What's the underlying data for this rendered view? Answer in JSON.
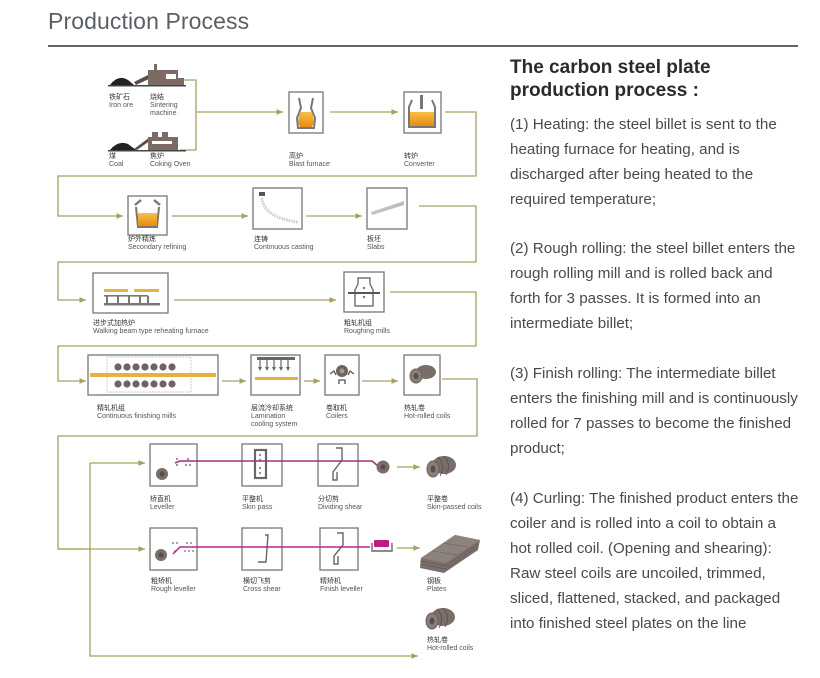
{
  "header": {
    "title": "Production Process"
  },
  "diagram": {
    "colors": {
      "flow_line": "#a8a060",
      "box_border": "#777777",
      "molten": "#f0a020",
      "strip": "#b0307a",
      "steel": "#7a6e6a"
    },
    "nodes": {
      "iron_ore": {
        "cn": "铁矿石",
        "en": "Iron ore"
      },
      "sintering": {
        "cn": "烧结",
        "en": "Sintering",
        "en2": "machine"
      },
      "coal": {
        "cn": "煤",
        "en": "Coal"
      },
      "coking_oven": {
        "cn": "焦炉",
        "en": "Coking Oven"
      },
      "blast_furnace": {
        "cn": "高炉",
        "en": "Blast furnace"
      },
      "converter": {
        "cn": "转炉",
        "en": "Converter"
      },
      "secondary_refining": {
        "cn": "炉外精炼",
        "en": "Secondary refining"
      },
      "continuous_casting": {
        "cn": "连铸",
        "en": "Continuous casting"
      },
      "slabs": {
        "cn": "板坯",
        "en": "Slabs"
      },
      "reheating_furnace": {
        "cn": "进步式加热炉",
        "en": "Walking beam type reheating furnace"
      },
      "roughing_mills": {
        "cn": "粗轧机组",
        "en": "Roughing mills"
      },
      "finishing_mills": {
        "cn": "精轧机组",
        "en": "Continuous finishing mills"
      },
      "lamination_cooling": {
        "cn": "层流冷却系统",
        "en": "Lamination",
        "en2": "cooling system"
      },
      "coilers": {
        "cn": "卷取机",
        "en": "Coilers"
      },
      "hot_rolled_coils_1": {
        "cn": "热轧卷",
        "en": "Hot-rolled coils"
      },
      "leveller": {
        "cn": "矫直机",
        "en": "Leveller"
      },
      "skin_pass": {
        "cn": "平整机",
        "en": "Skin pass"
      },
      "dividing_shear": {
        "cn": "分切剪",
        "en": "Dividing shear"
      },
      "skin_passed_coils": {
        "cn": "平整卷",
        "en": "Skin-passed coils"
      },
      "rough_leveller": {
        "cn": "粗矫机",
        "en": "Rough leveller"
      },
      "cross_shear": {
        "cn": "横切飞剪",
        "en": "Cross shear"
      },
      "finish_leveller": {
        "cn": "精矫机",
        "en": "Finish leveller"
      },
      "plates": {
        "cn": "钢板",
        "en": "Plates"
      },
      "hot_rolled_coils_2": {
        "cn": "热轧卷",
        "en": "Hot-rolled coils"
      }
    }
  },
  "description": {
    "heading": "The carbon steel plate production process :",
    "paragraphs": [
      " (1) Heating: the steel billet is sent to the heating furnace for heating, and is discharged after being heated to the required temperature;",
      "(2) Rough rolling: the steel billet enters the rough rolling mill and is rolled back and forth for 3 passes. It is formed into an intermediate billet;",
      "(3) Finish rolling: The intermediate billet enters the finishing mill and is continuously rolled for 7 passes to become the finished product;",
      "(4) Curling: The finished product enters the coiler and is rolled into a coil to obtain a hot rolled coil. (Opening and shearing): Raw steel coils are uncoiled, trimmed, sliced, flattened, stacked, and packaged into finished steel plates on the line"
    ]
  }
}
